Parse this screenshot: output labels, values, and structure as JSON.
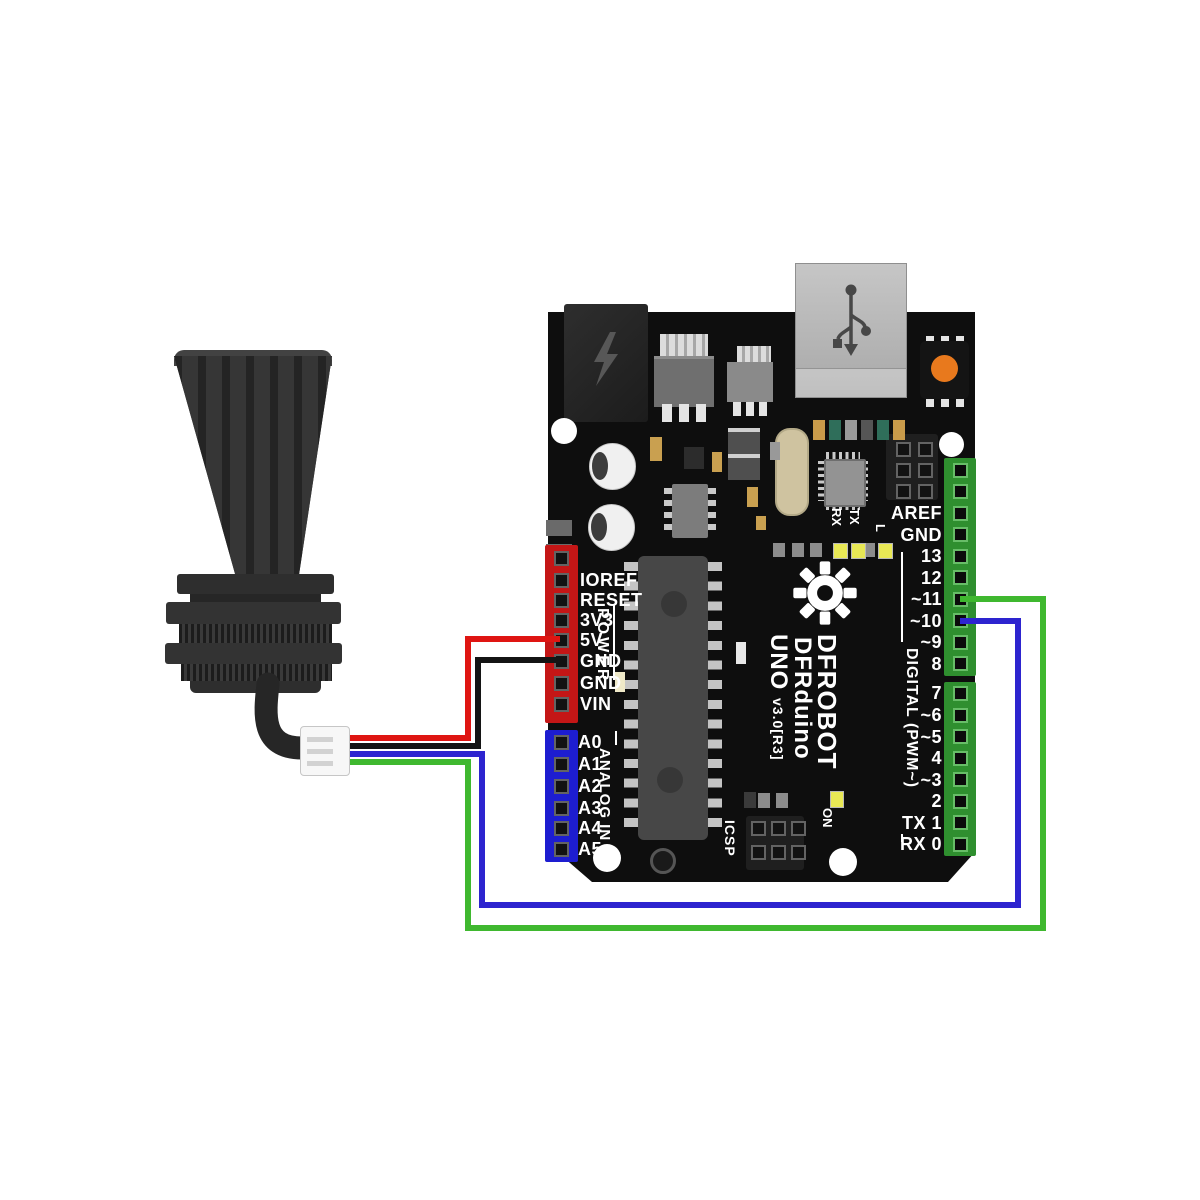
{
  "board": {
    "power": {
      "label": "POWER",
      "pins": [
        "IOREF",
        "RESET",
        "3V3",
        "5V",
        "GND",
        "GND",
        "VIN"
      ]
    },
    "analog": {
      "label": "ANALOG IN",
      "pins": [
        "A0",
        "A1",
        "A2",
        "A3",
        "A4",
        "A5"
      ]
    },
    "digital": {
      "label": "DIGITAL (PWM~)",
      "pins_upper": [
        "AREF",
        "GND",
        "13",
        "12",
        "~11",
        "~10",
        "~9",
        "8"
      ],
      "pins_lower": [
        "7",
        "~6",
        "~5",
        "4",
        "~3",
        "2",
        "TX 1",
        "RX 0"
      ]
    },
    "silkscreen": {
      "icsp": "ICSP",
      "on": "ON",
      "rx": "RX",
      "tx": "TX",
      "led": "L"
    },
    "branding": {
      "brand": "DFROBOT",
      "product": "DFRduino",
      "model": "UNO",
      "version": "v3.0[R3]"
    }
  },
  "wires": [
    {
      "name": "red-wire",
      "hex": "#df1512",
      "connects_to": "5V"
    },
    {
      "name": "black-wire",
      "hex": "#141414",
      "connects_to": "GND"
    },
    {
      "name": "blue-wire",
      "hex": "#2d24cf",
      "connects_to": "~10"
    },
    {
      "name": "green-wire",
      "hex": "#3fb82f",
      "connects_to": "~11"
    }
  ],
  "colors": {
    "background": "#ffffff",
    "board": "#0e0e0e",
    "power_header": "#c41616",
    "analog_header": "#1d1dd0",
    "digital_header": "#2f8f2f",
    "reset_button": "#e8791d",
    "usb_shell": "#bdbdbd",
    "crystal": "#cfc3a0"
  },
  "icons": {
    "usb": "usb-trident-icon",
    "power_jack": "lightning-icon",
    "logo": "gear-icon"
  }
}
